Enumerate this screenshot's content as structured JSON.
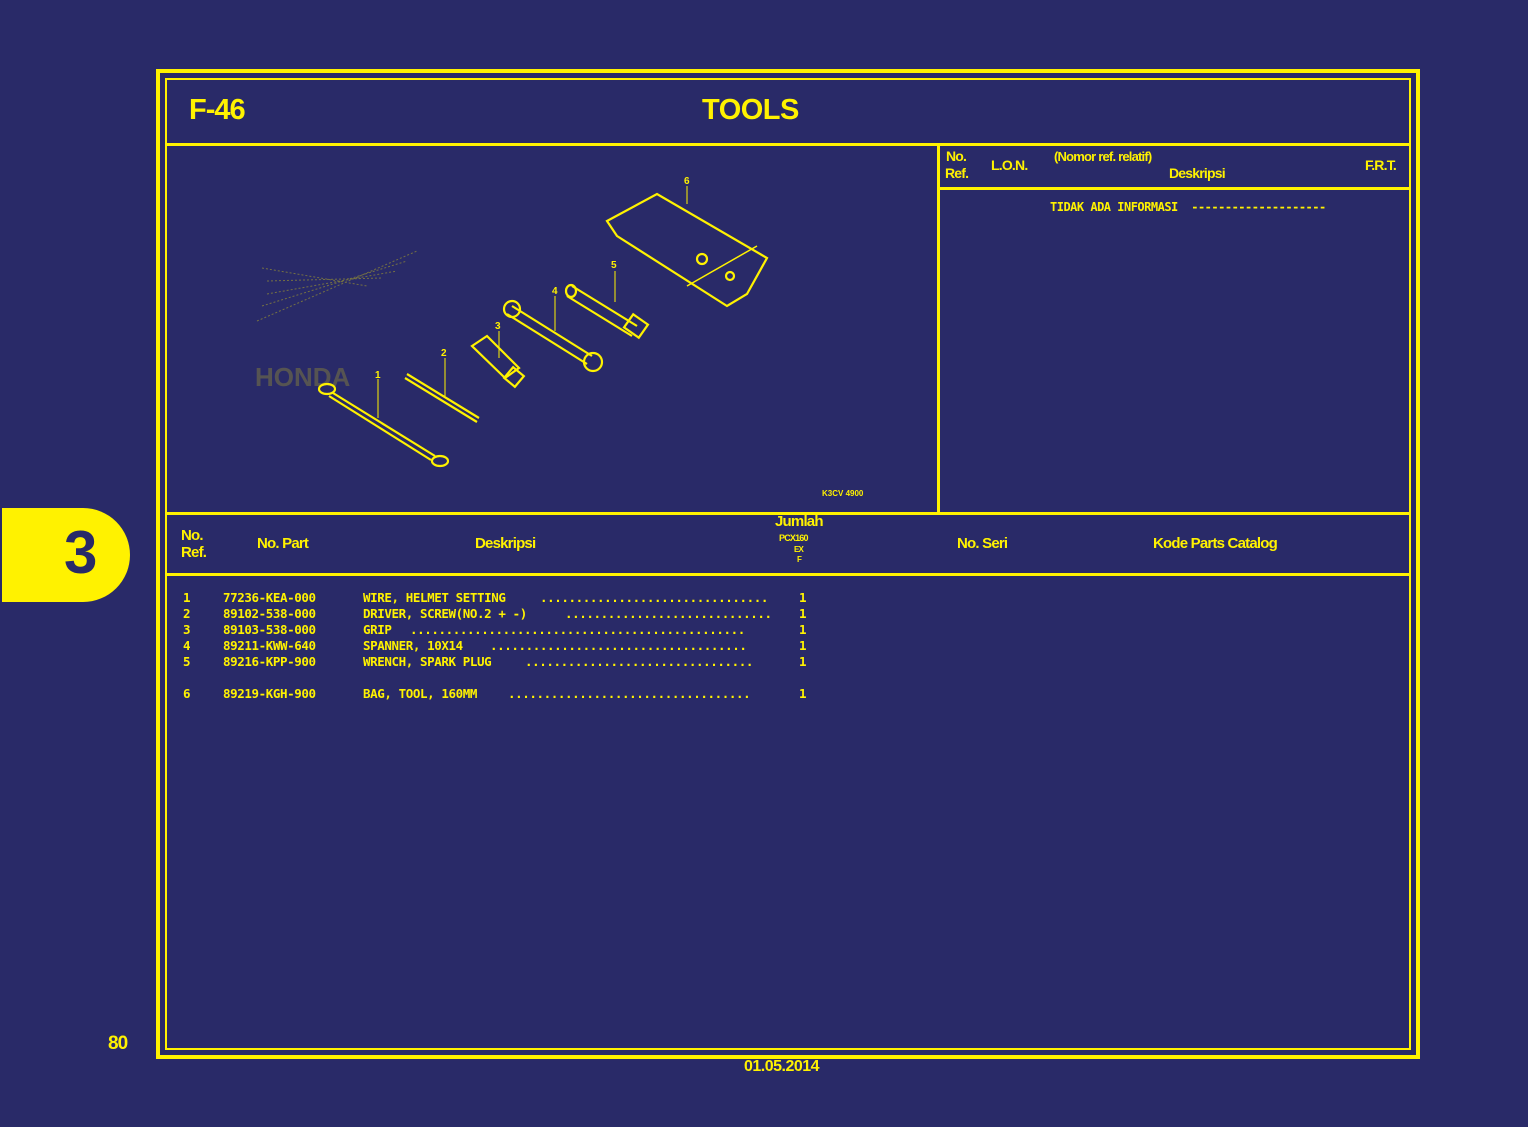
{
  "header": {
    "figure_code": "F-46",
    "title": "TOOLS"
  },
  "diagram": {
    "callouts": [
      "1",
      "2",
      "3",
      "4",
      "5",
      "6"
    ],
    "image_code": "K3CV 4900",
    "watermark": "HONDA logo (faint)"
  },
  "lon_panel": {
    "col_ref_line1": "No.",
    "col_ref_line2": "Ref.",
    "col_lon": "L.O.N.",
    "col_relative": "(Nomor ref. relatif)",
    "col_desc": "Deskripsi",
    "col_frt": "F.R.T.",
    "empty_message": "TIDAK ADA INFORMASI",
    "empty_leader": "--------------------"
  },
  "parts_table": {
    "headers": {
      "ref_line1": "No.",
      "ref_line2": "Ref.",
      "part_no": "No. Part",
      "description": "Deskripsi",
      "qty_title": "Jumlah",
      "qty_model": "PCX160",
      "qty_type": "EX",
      "qty_variant": "F",
      "serial": "No. Seri",
      "catalog_code": "Kode Parts Catalog"
    },
    "rows": [
      {
        "ref": "1",
        "part_no": "77236-KEA-000",
        "description": "WIRE, HELMET SETTING",
        "leader": "................................",
        "qty": "1"
      },
      {
        "ref": "2",
        "part_no": "89102-538-000",
        "description": "DRIVER, SCREW(NO.2 + -)",
        "leader": ".............................",
        "qty": "1"
      },
      {
        "ref": "3",
        "part_no": "89103-538-000",
        "description": "GRIP",
        "leader": "...............................................",
        "qty": "1"
      },
      {
        "ref": "4",
        "part_no": "89211-KWW-640",
        "description": "SPANNER, 10X14",
        "leader": "....................................",
        "qty": "1"
      },
      {
        "ref": "5",
        "part_no": "89216-KPP-900",
        "description": "WRENCH, SPARK PLUG",
        "leader": "................................",
        "qty": "1"
      },
      {
        "ref": "6",
        "part_no": "89219-KGH-900",
        "description": "BAG, TOOL, 160MM",
        "leader": "..................................",
        "qty": "1"
      }
    ]
  },
  "section_tab": "3",
  "page_number": "80",
  "date": "01.05.2014",
  "colors": {
    "background": "#292a68",
    "accent": "#fff200"
  }
}
